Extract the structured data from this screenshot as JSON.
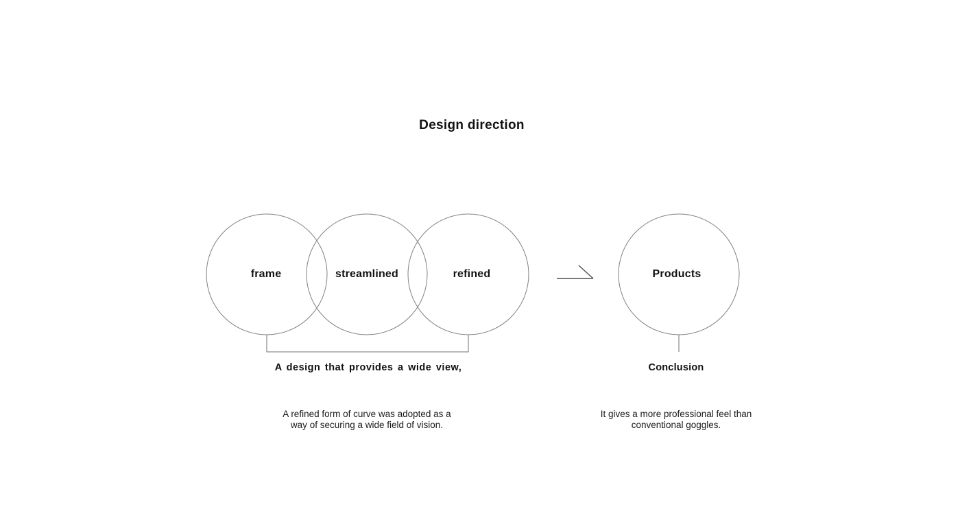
{
  "title": "Design direction",
  "venn": {
    "circles": [
      {
        "label": "frame"
      },
      {
        "label": "streamlined"
      },
      {
        "label": "refined"
      }
    ],
    "caption": "A design that provides a wide view,",
    "description": "A refined form of curve was adopted as a\nway of securing a wide field of vision."
  },
  "result": {
    "circle_label": "Products",
    "caption": "Conclusion",
    "description": "It gives a more professional feel than\nconventional goggles."
  },
  "icons": {
    "arrow": "right-arrow-icon"
  },
  "colors": {
    "background": "#ffffff",
    "circle_stroke": "#808080",
    "bracket_stroke": "#707070",
    "arrow_stroke": "#4d4d4d",
    "text": "#111111"
  }
}
